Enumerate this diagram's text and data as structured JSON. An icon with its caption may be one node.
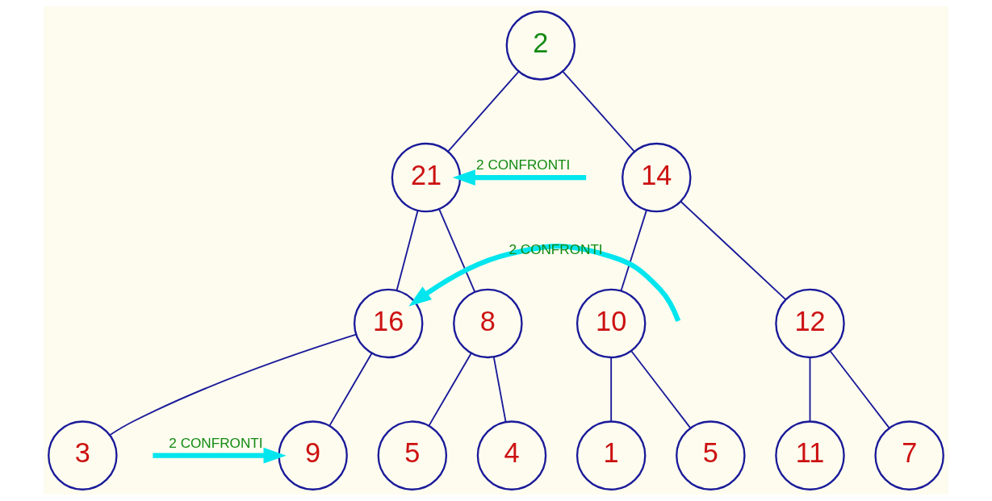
{
  "diagram": {
    "nodes": [
      {
        "text": [
          "2"
        ]
      },
      {
        "text": [
          "21"
        ]
      },
      {
        "text": [
          "14"
        ]
      },
      {
        "text": [
          "16"
        ]
      },
      {
        "text": [
          "8"
        ]
      },
      {
        "text": [
          "10"
        ]
      },
      {
        "text": [
          "12"
        ]
      },
      {
        "text": [
          "3"
        ]
      },
      {
        "text": [
          "9"
        ]
      },
      {
        "text": [
          "5"
        ]
      },
      {
        "text": [
          "4"
        ]
      },
      {
        "text": [
          "1"
        ]
      },
      {
        "text": [
          "5"
        ]
      },
      {
        "text": [
          "11"
        ]
      },
      {
        "text": [
          "7"
        ]
      }
    ],
    "edges": [
      {
        "from": 0,
        "to": 1,
        "arrow": "none"
      },
      {
        "from": 0,
        "to": 2,
        "arrow": "none"
      },
      {
        "from": 1,
        "to": 3,
        "arrow": "none"
      },
      {
        "from": 1,
        "to": 4,
        "arrow": "none"
      },
      {
        "from": 2,
        "to": 5,
        "arrow": "none"
      },
      {
        "from": 2,
        "to": 6,
        "arrow": "none"
      },
      {
        "from": 3,
        "to": 7,
        "arrow": "none"
      },
      {
        "from": 3,
        "to": 8,
        "arrow": "none"
      },
      {
        "from": 4,
        "to": 9,
        "arrow": "none"
      },
      {
        "from": 4,
        "to": 10,
        "arrow": "none"
      },
      {
        "from": 5,
        "to": 11,
        "arrow": "none"
      },
      {
        "from": 5,
        "to": 12,
        "arrow": "none"
      },
      {
        "from": 6,
        "to": 13,
        "arrow": "none"
      },
      {
        "from": 6,
        "to": 14,
        "arrow": "none"
      },
      {
        "from": null,
        "to": 1,
        "arrow": "to",
        "label": "2 CONFRONTI",
        "style": "thick",
        "color": "#00e5ee"
      },
      {
        "from": null,
        "to": 3,
        "arrow": "to",
        "label": "2 CONFRONTI",
        "style": "thick",
        "color": "#00e5ee"
      },
      {
        "from": null,
        "to": 8,
        "arrow": "to",
        "label": "2 CONFRONTI",
        "style": "thick",
        "color": "#00e5ee"
      }
    ]
  }
}
